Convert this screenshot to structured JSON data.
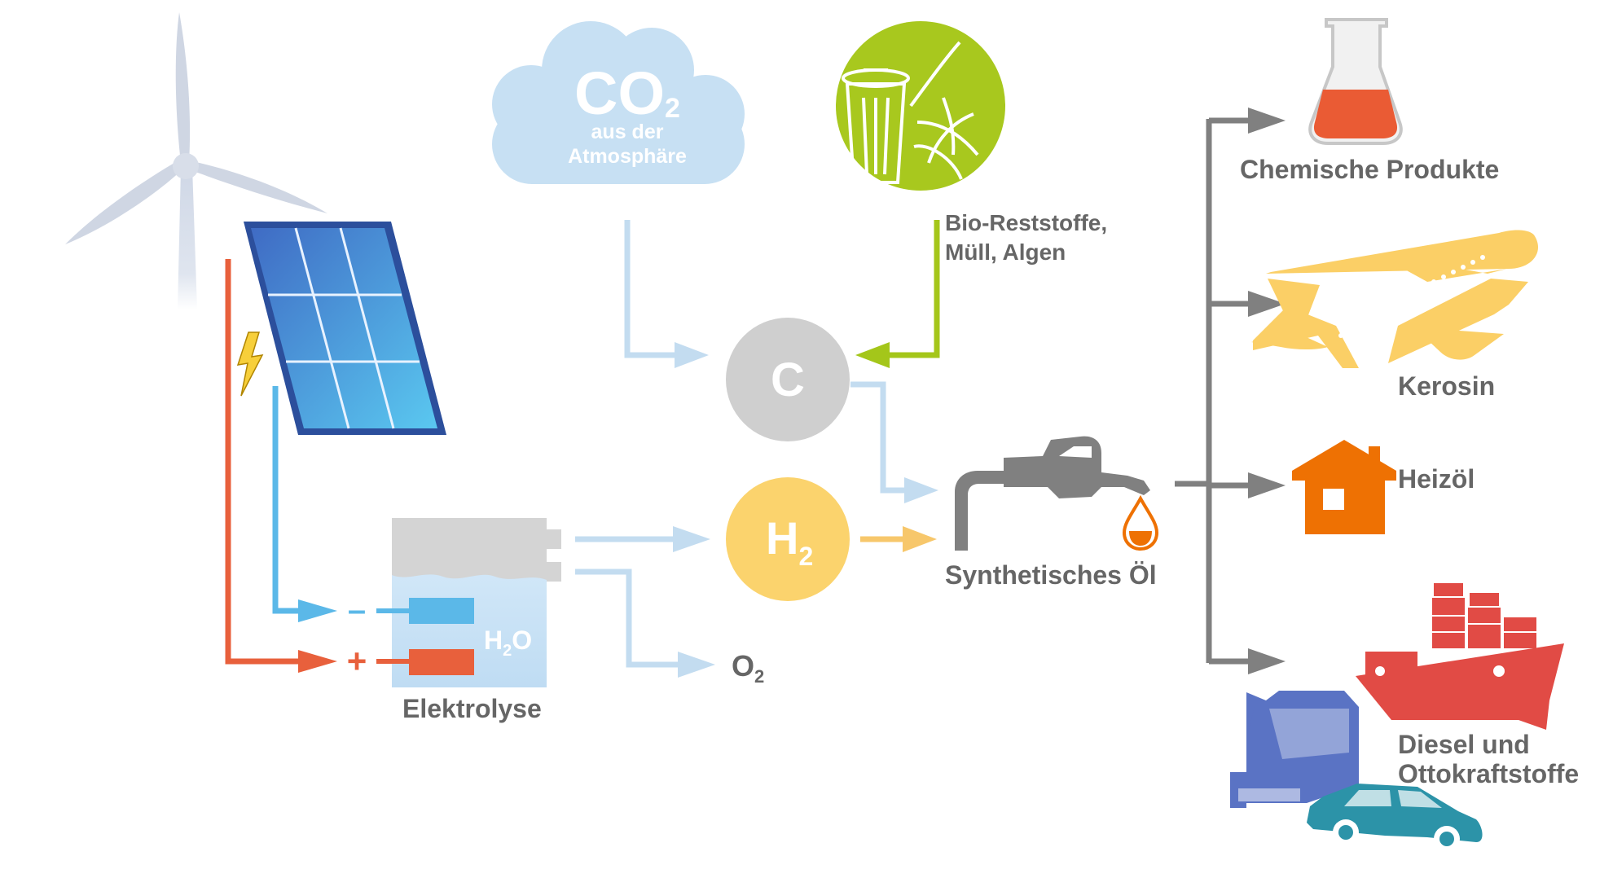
{
  "colors": {
    "arrow_light_blue": "#c3dcf0",
    "arrow_green": "#a4c61a",
    "arrow_orange": "#f7c76b",
    "arrow_gray": "#808080",
    "wire_red": "#e8603c",
    "wire_blue": "#5bb8e8",
    "co2_cloud": "#c7e0f3",
    "carbon_circle": "#cfcfcf",
    "hydrogen_circle": "#fbd36d",
    "bio_circle": "#a8c81e",
    "label_gray": "#666666",
    "flask_liquid": "#ea5b34",
    "plane": "#fbcf66",
    "house": "#ee7103",
    "ship": "#e14b45",
    "truck": "#5a73c4",
    "car": "#2c93a8"
  },
  "icons": [
    "wind-turbine-icon",
    "solar-panel-icon",
    "lightning-icon",
    "trash-can-icon",
    "fuel-nozzle-icon",
    "oil-drop-icon",
    "flask-icon",
    "airplane-icon",
    "house-icon",
    "ship-icon",
    "truck-icon",
    "car-icon"
  ],
  "nodes": {
    "co2": {
      "formula_main": "CO",
      "formula_sub": "2",
      "line1": "aus der",
      "line2": "Atmosphäre"
    },
    "bio": {
      "line1": "Bio-Reststoffe,",
      "line2": "Müll, Algen"
    },
    "carbon": {
      "symbol": "C"
    },
    "hydrogen": {
      "main": "H",
      "sub": "2"
    },
    "oxygen": {
      "main": "O",
      "sub": "2"
    },
    "water": {
      "main1": "H",
      "sub": "2",
      "main2": "O"
    },
    "electrolysis": {
      "label": "Elektrolyse",
      "minus": "–",
      "plus": "+"
    },
    "synthetic_oil": {
      "label": "Synthetisches Öl"
    }
  },
  "products": [
    {
      "line1": "Chemische Produkte",
      "line2": ""
    },
    {
      "line1": "Kerosin",
      "line2": ""
    },
    {
      "line1": "Heizöl",
      "line2": ""
    },
    {
      "line1": "Diesel und",
      "line2": "Ottokraftstoffe"
    }
  ]
}
